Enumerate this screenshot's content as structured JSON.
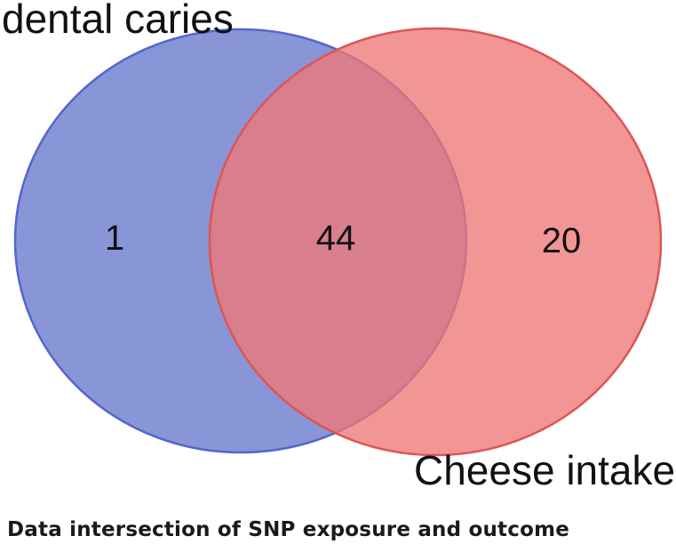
{
  "venn": {
    "sets": [
      {
        "label": "dental caries",
        "color": "#6677cc"
      },
      {
        "label": "Cheese intake",
        "color": "#ee7777"
      }
    ],
    "counts": {
      "left_only": "1",
      "intersection": "44",
      "right_only": "20"
    }
  },
  "caption": "Data intersection of SNP exposure and outcome"
}
